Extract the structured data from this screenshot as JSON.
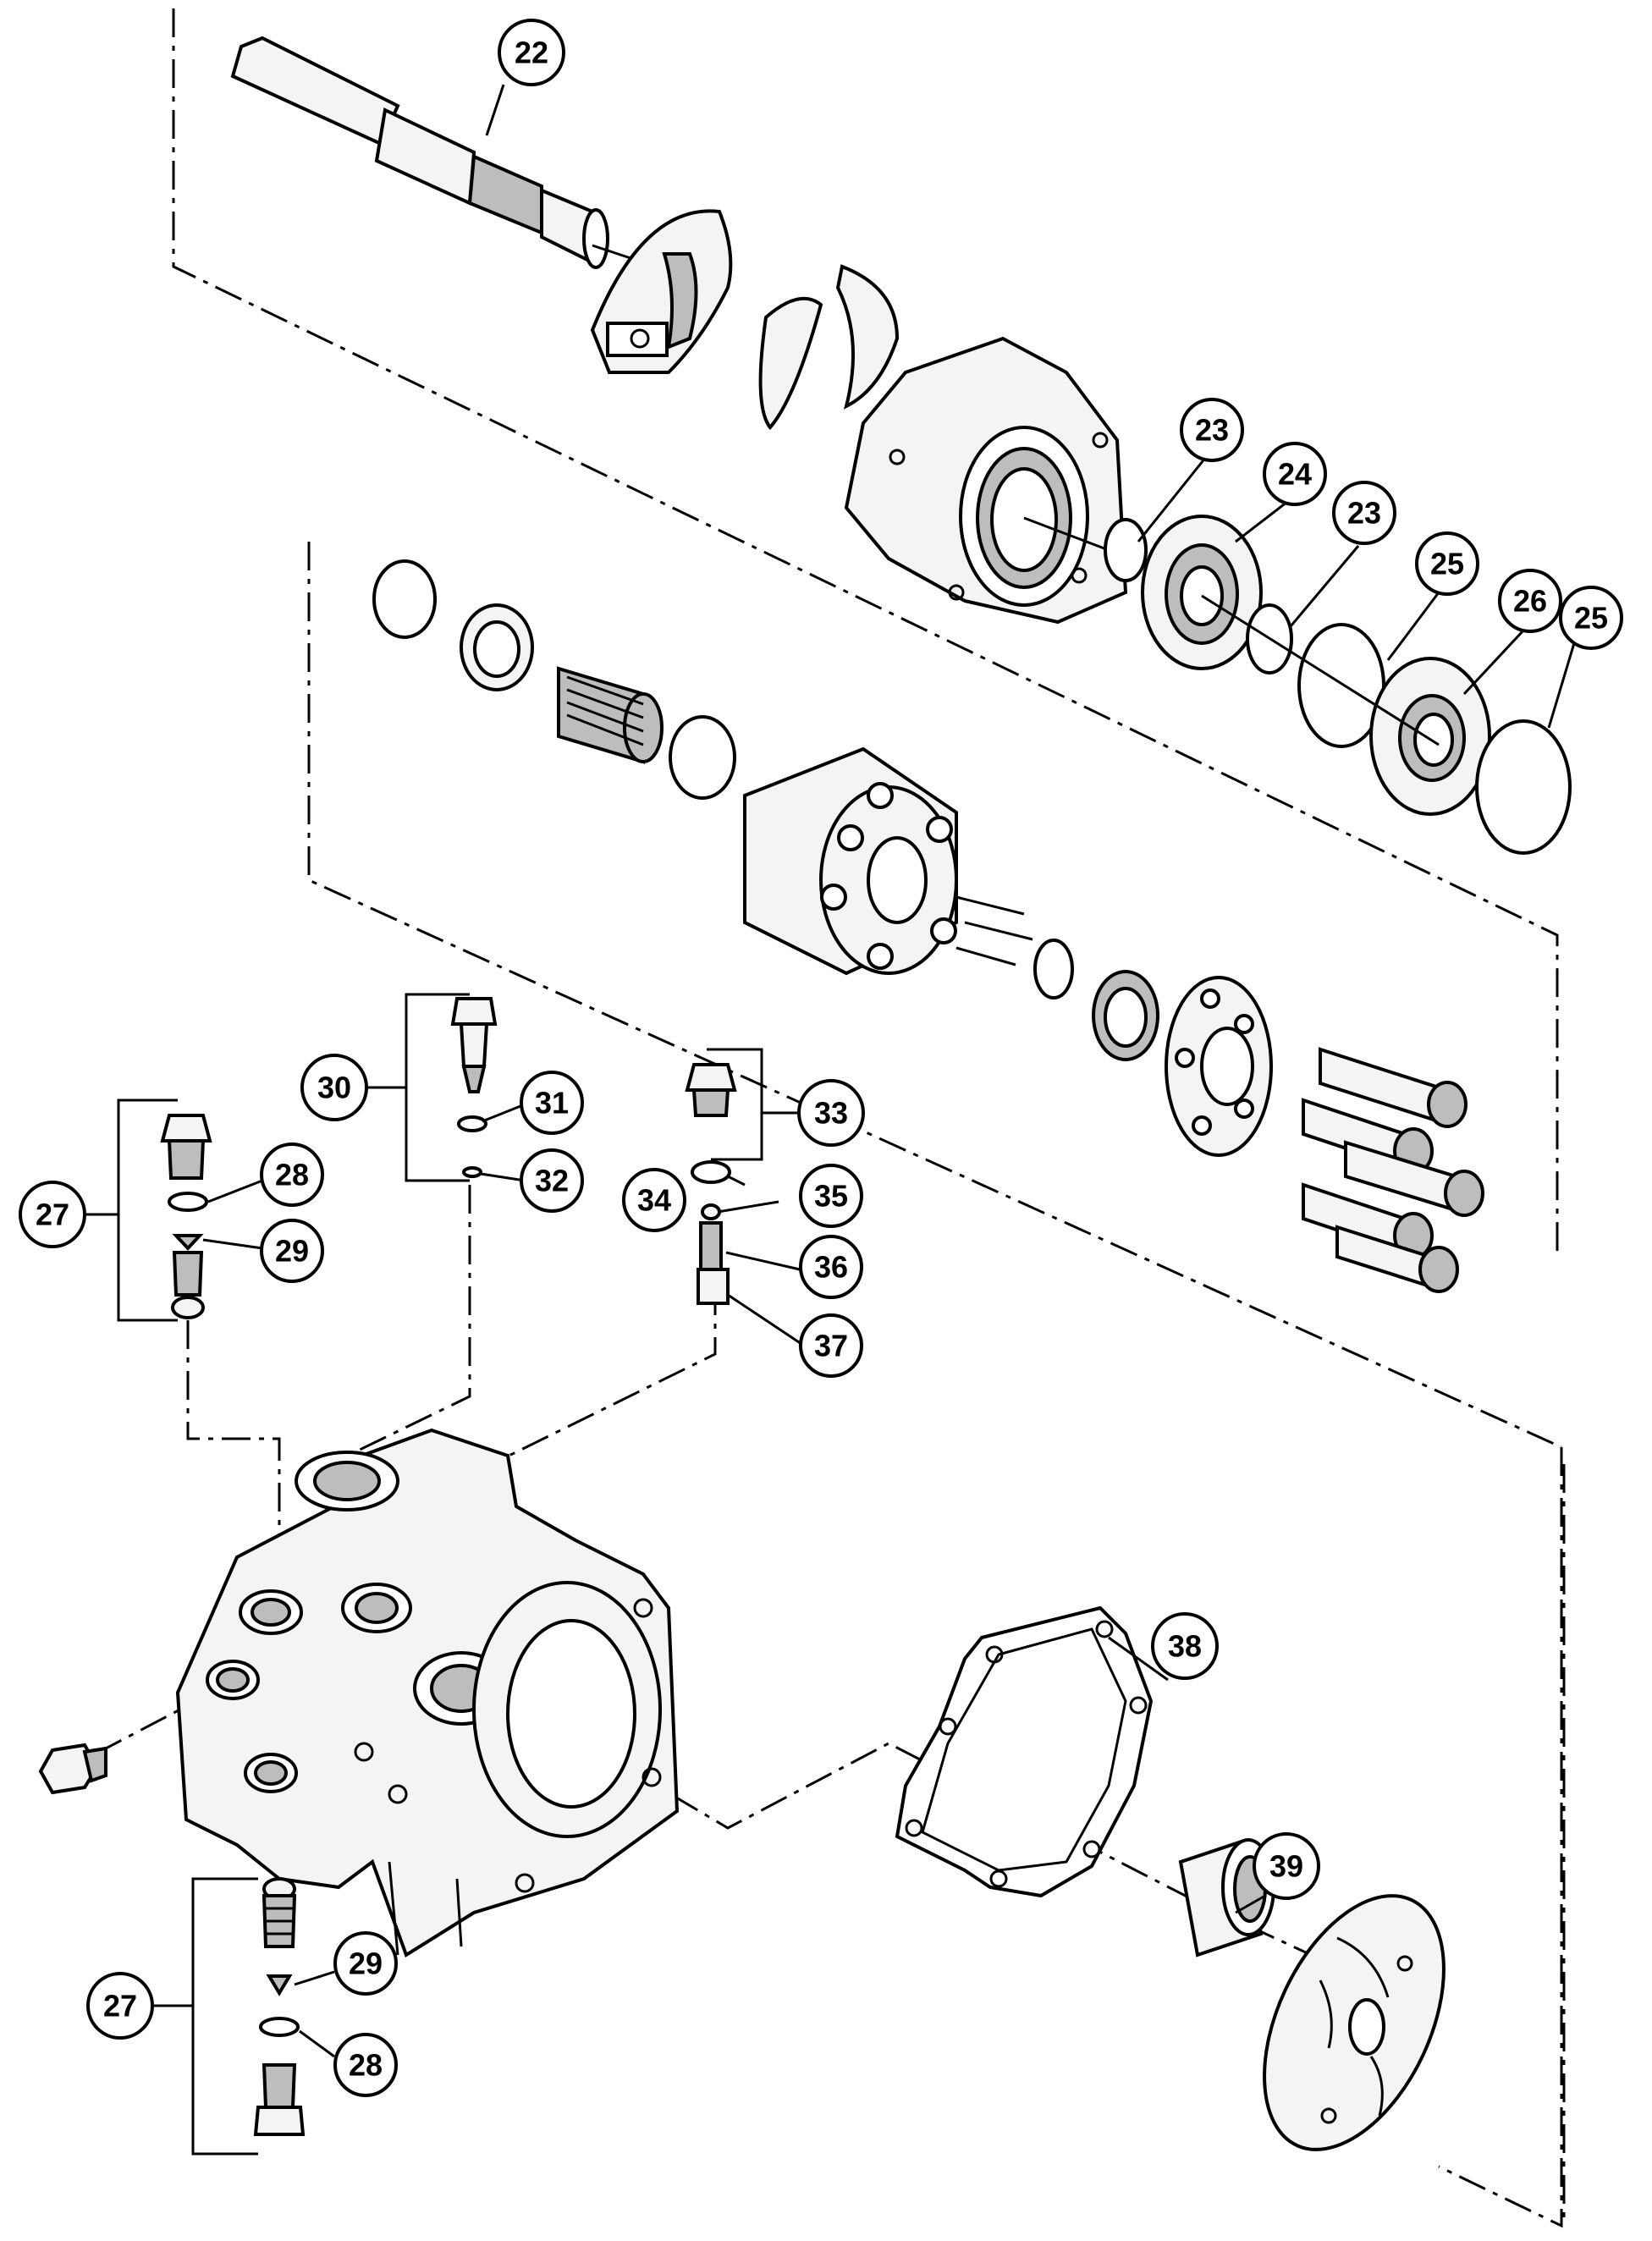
{
  "callouts": [
    {
      "id": "c22",
      "label": "22"
    },
    {
      "id": "c23a",
      "label": "23"
    },
    {
      "id": "c24",
      "label": "24"
    },
    {
      "id": "c23b",
      "label": "23"
    },
    {
      "id": "c25a",
      "label": "25"
    },
    {
      "id": "c26",
      "label": "26"
    },
    {
      "id": "c25b",
      "label": "25"
    },
    {
      "id": "c30",
      "label": "30"
    },
    {
      "id": "c31",
      "label": "31"
    },
    {
      "id": "c32",
      "label": "32"
    },
    {
      "id": "c33",
      "label": "33"
    },
    {
      "id": "c34",
      "label": "34"
    },
    {
      "id": "c35",
      "label": "35"
    },
    {
      "id": "c36",
      "label": "36"
    },
    {
      "id": "c37",
      "label": "37"
    },
    {
      "id": "c27a",
      "label": "27"
    },
    {
      "id": "c28a",
      "label": "28"
    },
    {
      "id": "c29a",
      "label": "29"
    },
    {
      "id": "c38",
      "label": "38"
    },
    {
      "id": "c39",
      "label": "39"
    },
    {
      "id": "c27b",
      "label": "27"
    },
    {
      "id": "c29b",
      "label": "29"
    },
    {
      "id": "c28b",
      "label": "28"
    }
  ]
}
